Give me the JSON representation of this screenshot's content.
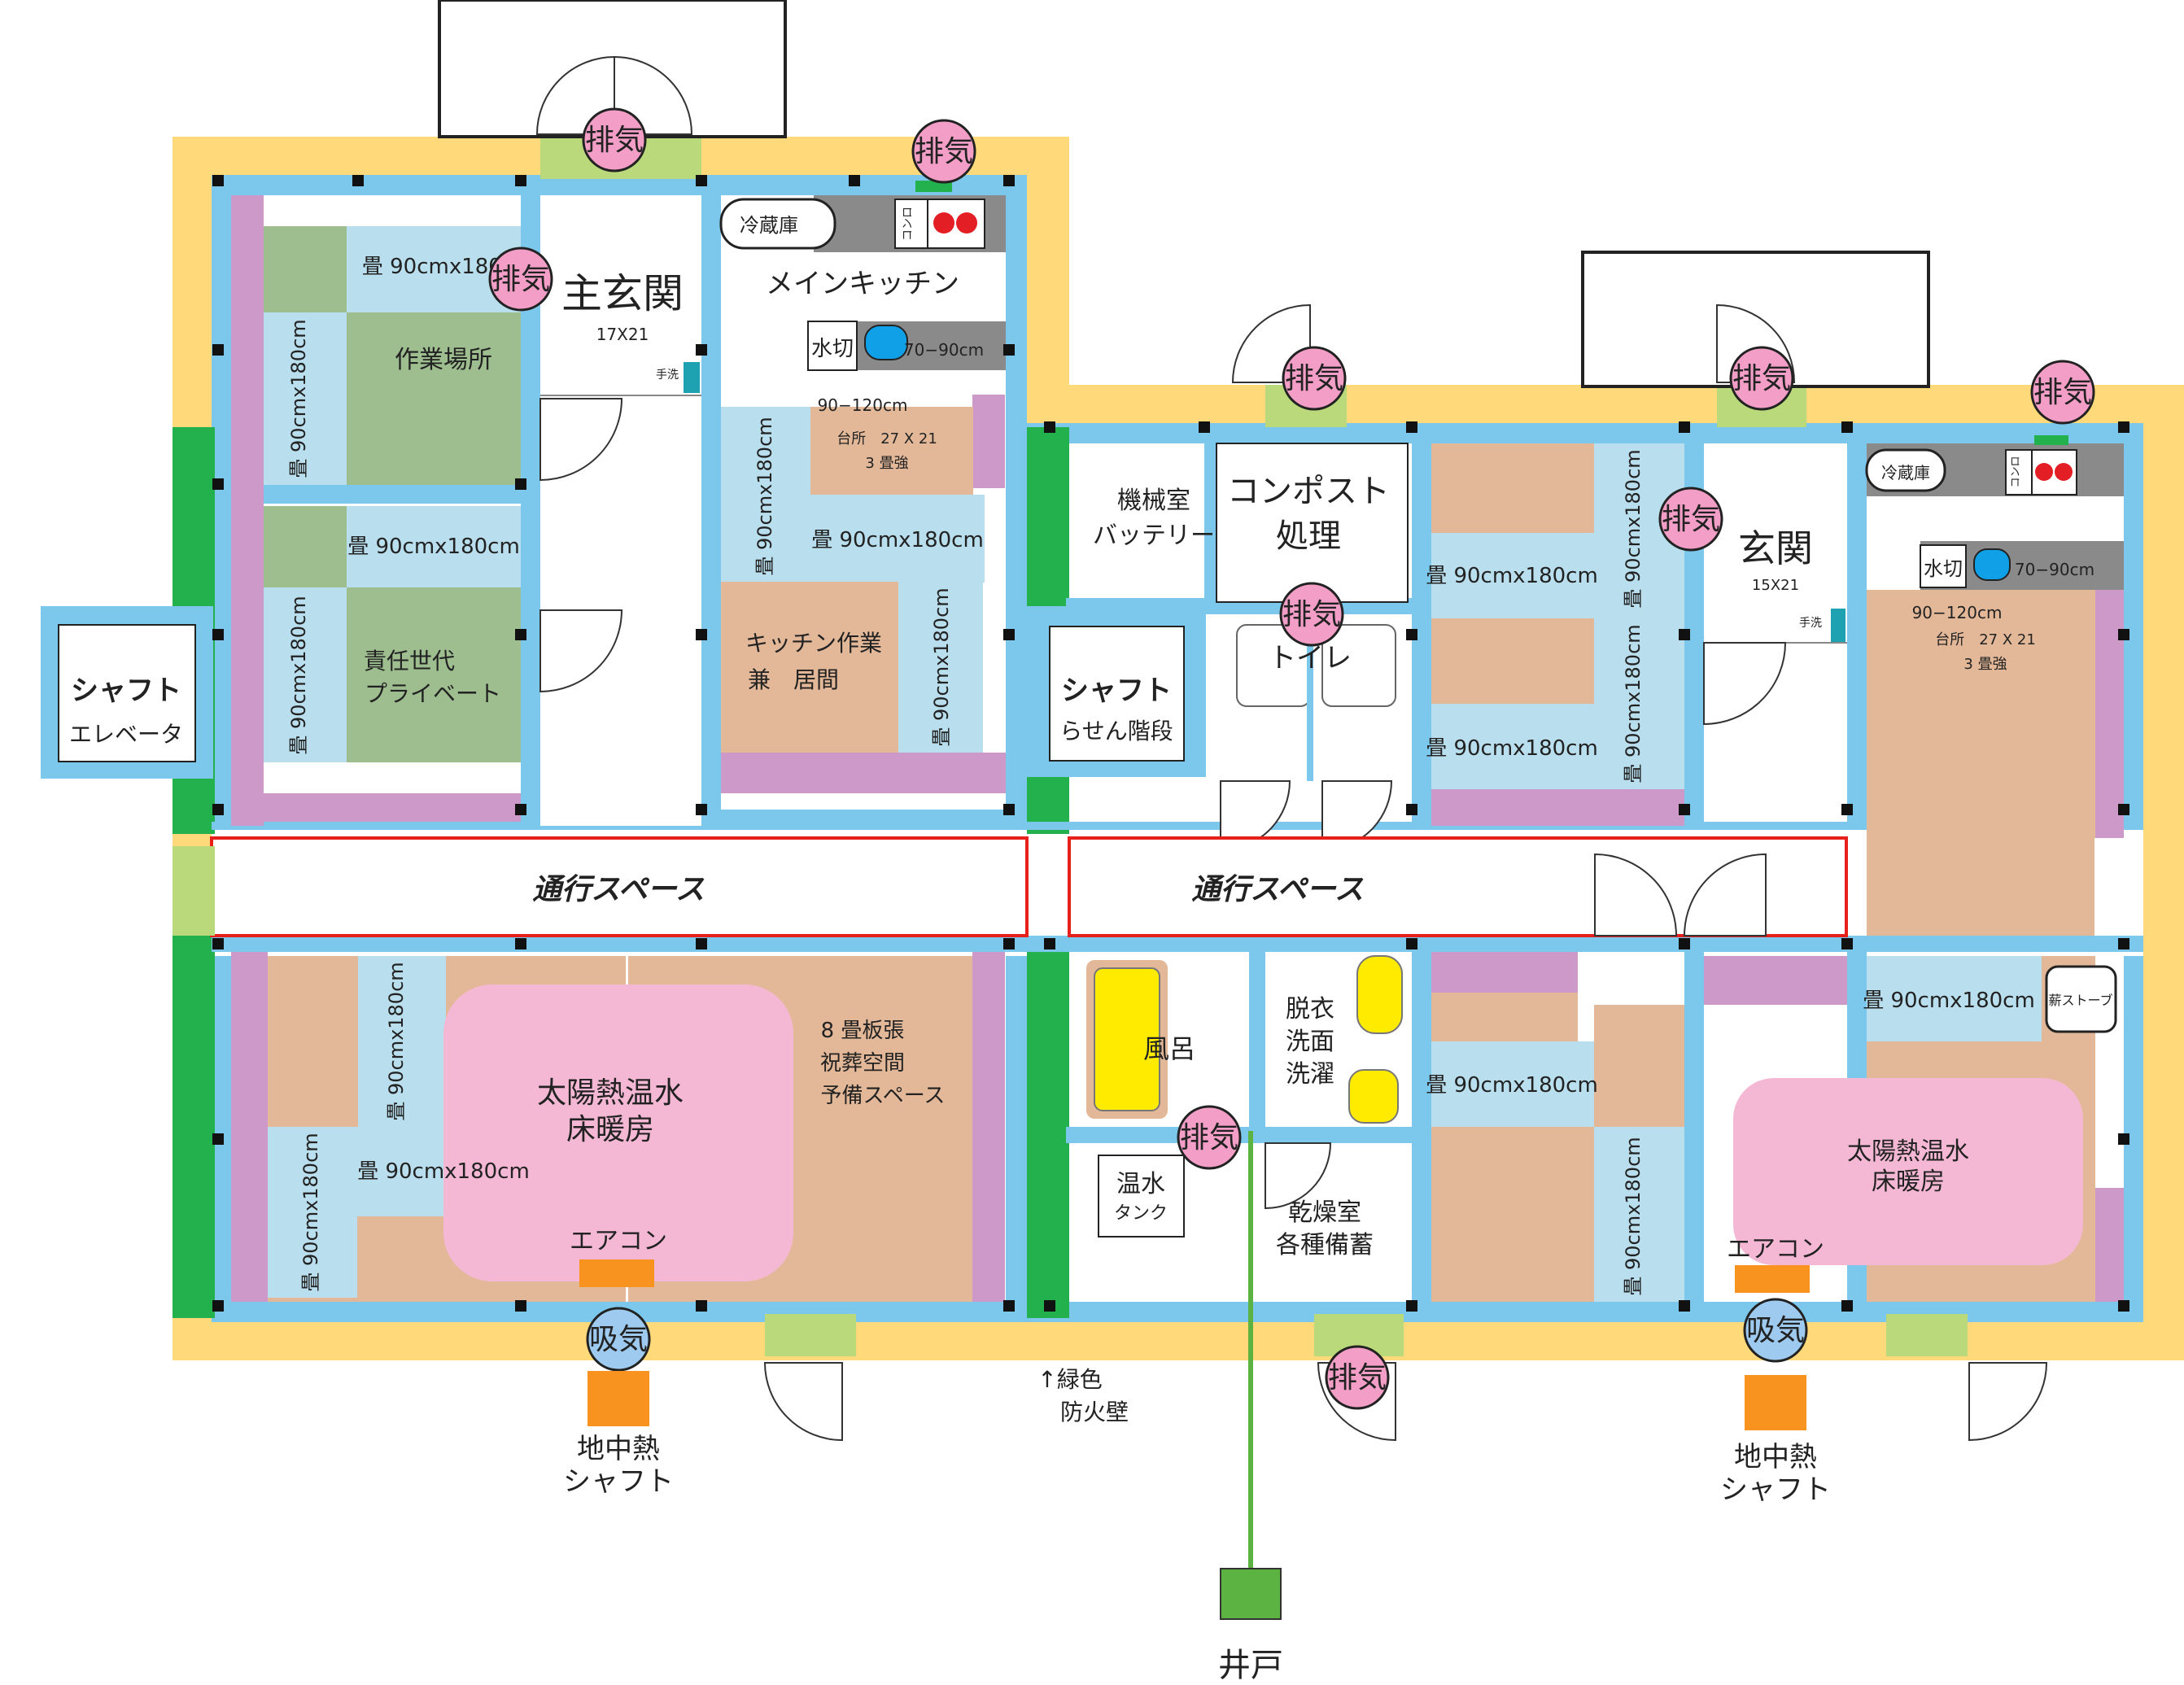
{
  "colors": {
    "outer_wall": "#ffd97a",
    "inner_wall": "#7cc8ec",
    "fire_wall": "#22b14c",
    "closet": "#cc99c9",
    "tatami": "#b9dfee",
    "tatami_green": "#9ebe8f",
    "wood_floor": "#e3b898",
    "solar_heat": "#f5b8d4",
    "exhaust": "#f29ec6",
    "intake": "#9dcaee",
    "aircon": "#f7931e",
    "corridor_label": "#e8201c",
    "well": "#5cb342",
    "window": "#bad97a",
    "post": "#111111"
  },
  "labels": {
    "exhaust": "排気",
    "intake": "吸気",
    "tatami": "畳 90cmx180cm",
    "tatami_cut": "畳 90cmx180c",
    "corridor": "通行スペース",
    "aircon": "エアコン",
    "geo_shaft_1": "地中熱",
    "geo_shaft_2": "シャフト",
    "green_note_1": "↑緑色",
    "green_note_2": "防火壁",
    "well": "井戸"
  },
  "rooms": {
    "main_entrance": {
      "name": "主玄関",
      "size": "17X21",
      "handwash": "手洗"
    },
    "entrance": {
      "name": "玄関",
      "size": "15X21",
      "handwash": "手洗"
    },
    "work_area": "作業場所",
    "private": {
      "line1": "責任世代",
      "line2": "プライベート"
    },
    "main_kitchen": "メインキッチン",
    "kitchen_living": {
      "line1": "キッチン作業",
      "line2": "兼　居間"
    },
    "fridge": "冷蔵庫",
    "stove": "コンロ",
    "drain": "水切",
    "counter": "70−90cm",
    "kitchen_dims": {
      "line1": "90−120cm",
      "line2": "台所　27 X 21",
      "line3": "3 畳強"
    },
    "shaft_elevator": {
      "line1": "シャフト",
      "line2": "エレベータ"
    },
    "shaft_stairs": {
      "line1": "シャフト",
      "line2": "らせん階段"
    },
    "machine": {
      "line1": "機械室",
      "line2": "バッテリー"
    },
    "compost": {
      "line1": "コンポスト",
      "line2": "処理"
    },
    "toilet": "トイレ",
    "bath": "風呂",
    "dressing": {
      "line1": "脱衣",
      "line2": "洗面",
      "line3": "洗濯"
    },
    "hot_water_tank": {
      "line1": "温水",
      "line2": "タンク"
    },
    "storage": {
      "line1": "乾燥室",
      "line2": "各種備蓄"
    },
    "solar_floor": {
      "line1": "太陽熱温水",
      "line2": "床暖房"
    },
    "wood_room": {
      "line1": "8 畳板張",
      "line2": "祝葬空間",
      "line3": "予備スペース"
    },
    "wood_stove": "薪ストーブ"
  }
}
